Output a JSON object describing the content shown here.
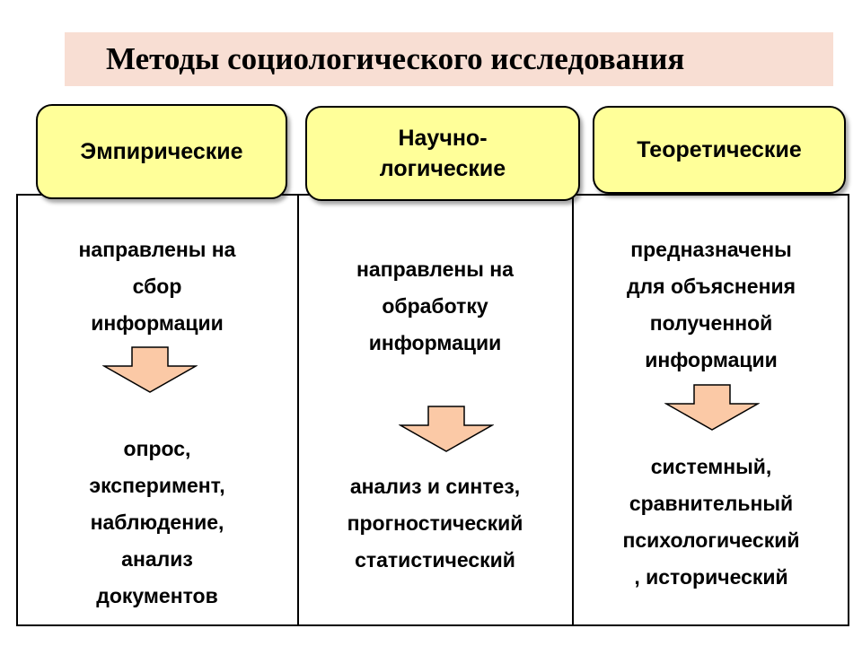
{
  "title": "Методы социологического исследования",
  "colors": {
    "title_band": "#f8ded3",
    "pill_fill": "#ffff99",
    "arrow_fill": "#fbc9a6",
    "border": "#000000"
  },
  "columns": [
    {
      "header": "Эмпирические",
      "purpose": "направлены на\nсбор\nинформации",
      "methods": "опрос,\nэксперимент,\nнаблюдение,\n      анализ\nдокументов"
    },
    {
      "header": "Научно-\nлогические",
      "purpose": "направлены на\nобработку\nинформации",
      "methods": "анализ и синтез,\nпрогностический\nстатистический"
    },
    {
      "header": "Теоретические",
      "purpose": "предназначены\nдля объяснения\nполученной\nинформации",
      "methods": "системный,\nсравнительный\nпсихологический\n, исторический"
    }
  ],
  "arrow_icon": "down-arrow-icon"
}
